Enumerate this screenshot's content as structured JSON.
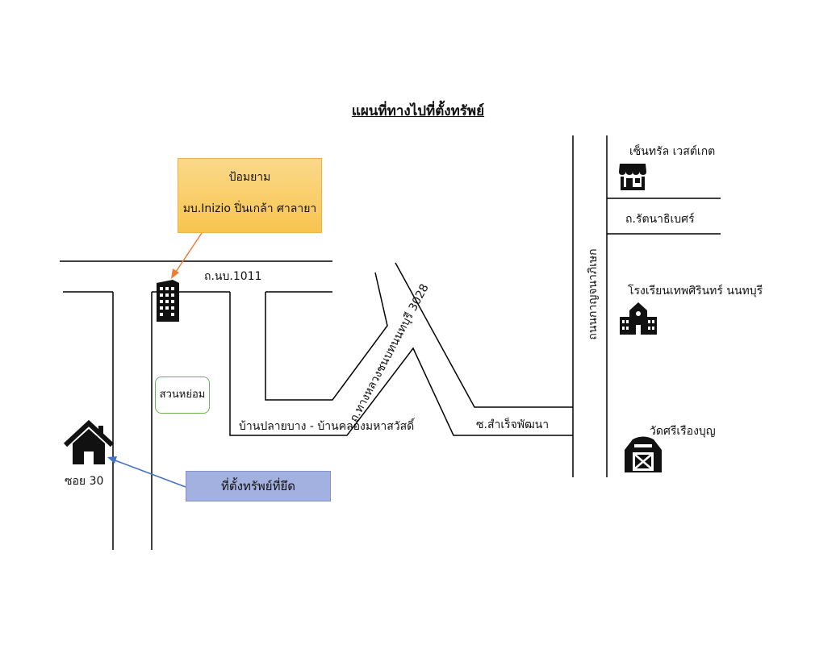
{
  "title": "แผนที่ทางไปที่ตั้งทรัพย์",
  "callout_landmark": {
    "line1": "ป้อมยาม",
    "line2": "มบ.Inizio ปิ่นเกล้า ศาลายา"
  },
  "callout_property": "ที่ตั้งทรัพย์ที่ยึด",
  "park": "สวนหย่อม",
  "roads": {
    "nb1011": "ถ.นบ.1011",
    "ban_plai_bang": "บ้านปลายบาง - บ้านคลองมหาสวัสดิ์",
    "highway_3028": "ถ.ทางหลวงชนบทนนทบุรี 3028",
    "soi_samret_phatthana": "ซ.สำเร็จพัฒนา",
    "kanchanaphisek": "ถนนกาญจนาภิเษก",
    "rattanathibet": "ถ.รัตนาธิเบศร์",
    "soi30": "ซอย 30"
  },
  "landmarks": {
    "central_westgate": "เซ็นทรัล เวสต์เกต",
    "school": "โรงเรียนเทพศิรินทร์ นนทบุรี",
    "temple": "วัดศรีเรืองบุญ"
  },
  "colors": {
    "arrow_orange": "#ed7d31",
    "arrow_blue": "#4472c4",
    "park_border": "#6cb057"
  },
  "icons": [
    "building-icon",
    "house-icon",
    "store-icon",
    "school-icon",
    "barn-icon"
  ]
}
